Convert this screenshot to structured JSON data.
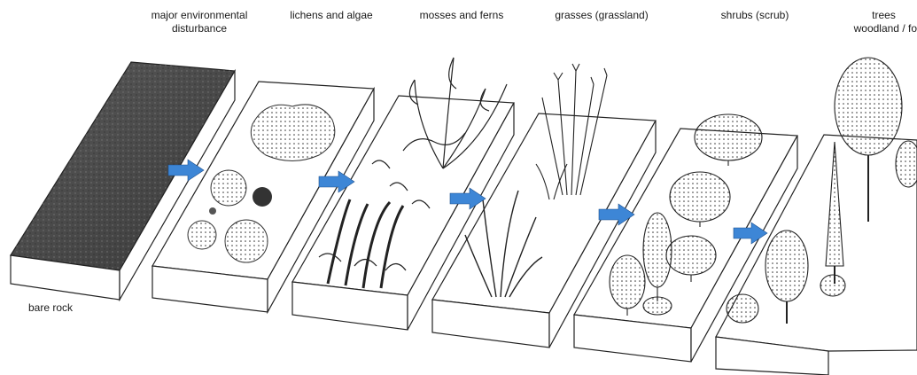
{
  "labels": {
    "disturbance": [
      "major environmental",
      "disturbance"
    ],
    "lichens": "lichens and algae",
    "mosses": "mosses and ferns",
    "grasses": "grasses (grassland)",
    "shrubs": "shrubs (scrub)",
    "trees": [
      "trees",
      "woodland / fo"
    ],
    "bare_rock": "bare rock"
  },
  "stages": [
    {
      "id": "bare-rock",
      "icon": "rock-surface"
    },
    {
      "id": "lichens-and-algae",
      "icon": "lichen-patches"
    },
    {
      "id": "mosses-and-ferns",
      "icon": "moss-fern"
    },
    {
      "id": "grasses",
      "icon": "grass-tufts"
    },
    {
      "id": "shrubs",
      "icon": "shrub-bushes"
    },
    {
      "id": "trees",
      "icon": "tree-woodland"
    }
  ],
  "colors": {
    "rock": "#4a4a4a",
    "arrow": "#3d86d6",
    "line": "#222222",
    "block": "#ffffff"
  }
}
